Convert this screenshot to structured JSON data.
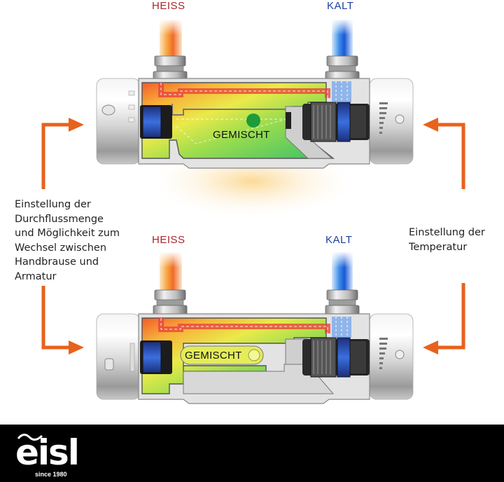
{
  "diagram": {
    "top_unit": {
      "hot_label": "HEISS",
      "cold_label": "KALT",
      "mixed_label": "GEMISCHT"
    },
    "bottom_unit": {
      "hot_label": "HEISS",
      "cold_label": "KALT",
      "mixed_label": "GEMISCHT"
    },
    "left_caption": [
      "Einstellung der",
      "Durchflussmenge",
      "und Möglichkeit zum",
      "Wechsel zwischen",
      "Handbrause und",
      "Armatur"
    ],
    "right_caption": [
      "Einstellung der",
      "Temperatur"
    ],
    "colors": {
      "hot": "#a8262d",
      "cold": "#1d3f9c",
      "arrow": "#e8621c",
      "footer": "#000000"
    }
  },
  "brand": {
    "name": "eisl",
    "tagline": "since 1980"
  }
}
